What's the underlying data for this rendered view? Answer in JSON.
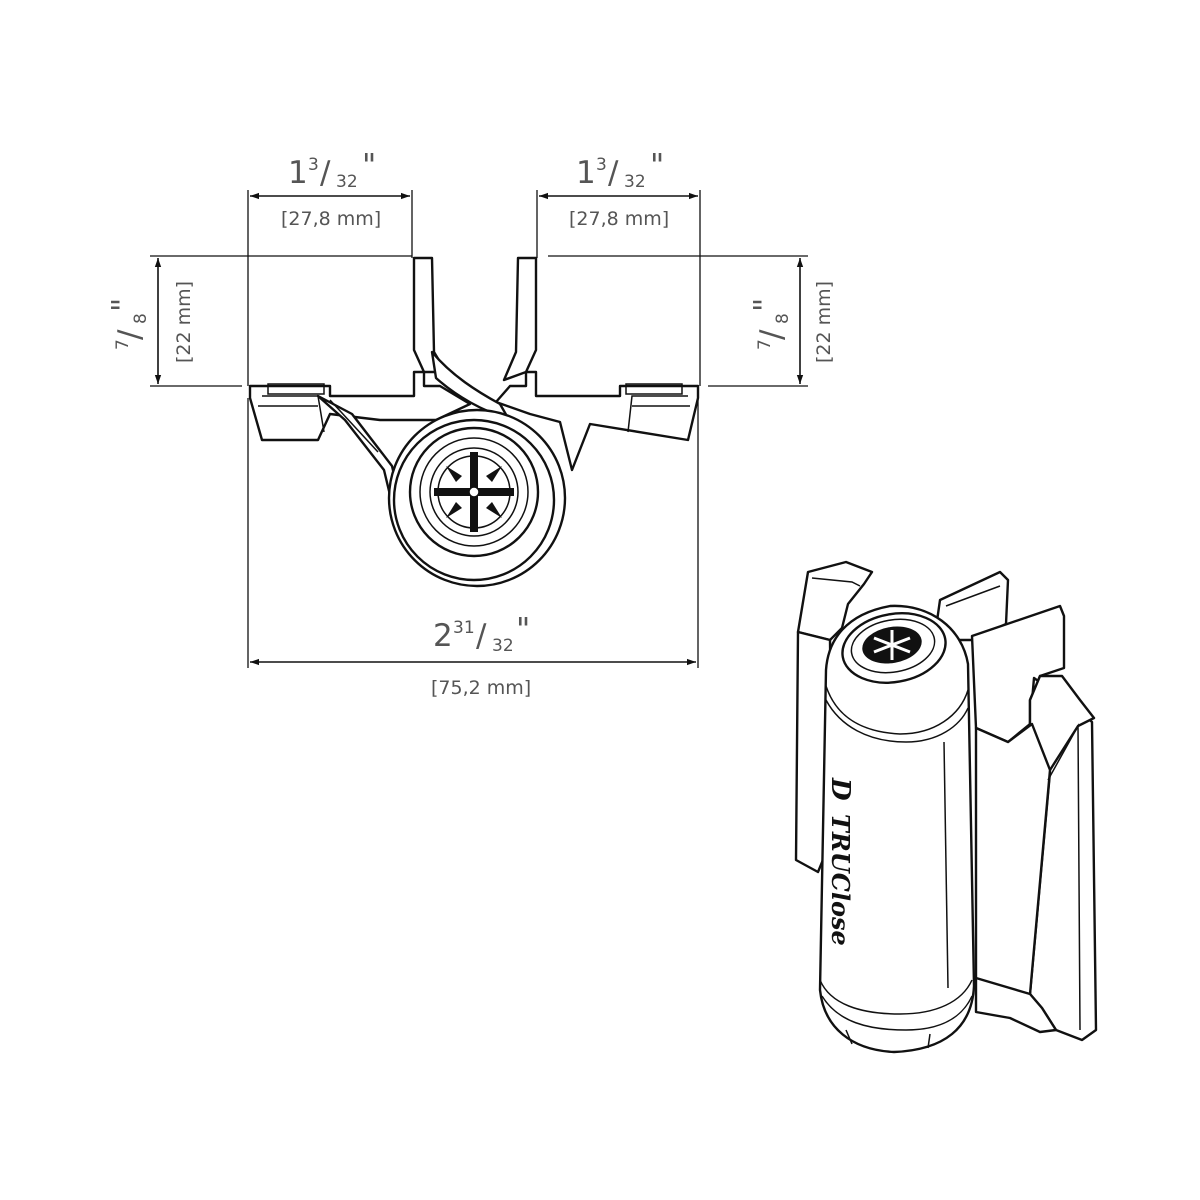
{
  "dimensions": {
    "left_leaf_width": {
      "whole": "1",
      "num": "3",
      "den": "32",
      "unit": "\"",
      "metric": "[27,8 mm]"
    },
    "right_leaf_width": {
      "whole": "1",
      "num": "3",
      "den": "32",
      "unit": "\"",
      "metric": "[27,8 mm]"
    },
    "left_height": {
      "num": "7",
      "den": "8",
      "unit": "\"",
      "metric": "[22 mm]"
    },
    "right_height": {
      "num": "7",
      "den": "8",
      "unit": "\"",
      "metric": "[22 mm]"
    },
    "overall_width": {
      "whole": "2",
      "num": "31",
      "den": "32",
      "unit": "\"",
      "metric": "[75,2 mm]"
    }
  },
  "product": {
    "brand_text": "TRUClose",
    "logo_letter": "D"
  },
  "colors": {
    "line": "#111111",
    "dimension_text": "#555555",
    "background": "#ffffff"
  }
}
